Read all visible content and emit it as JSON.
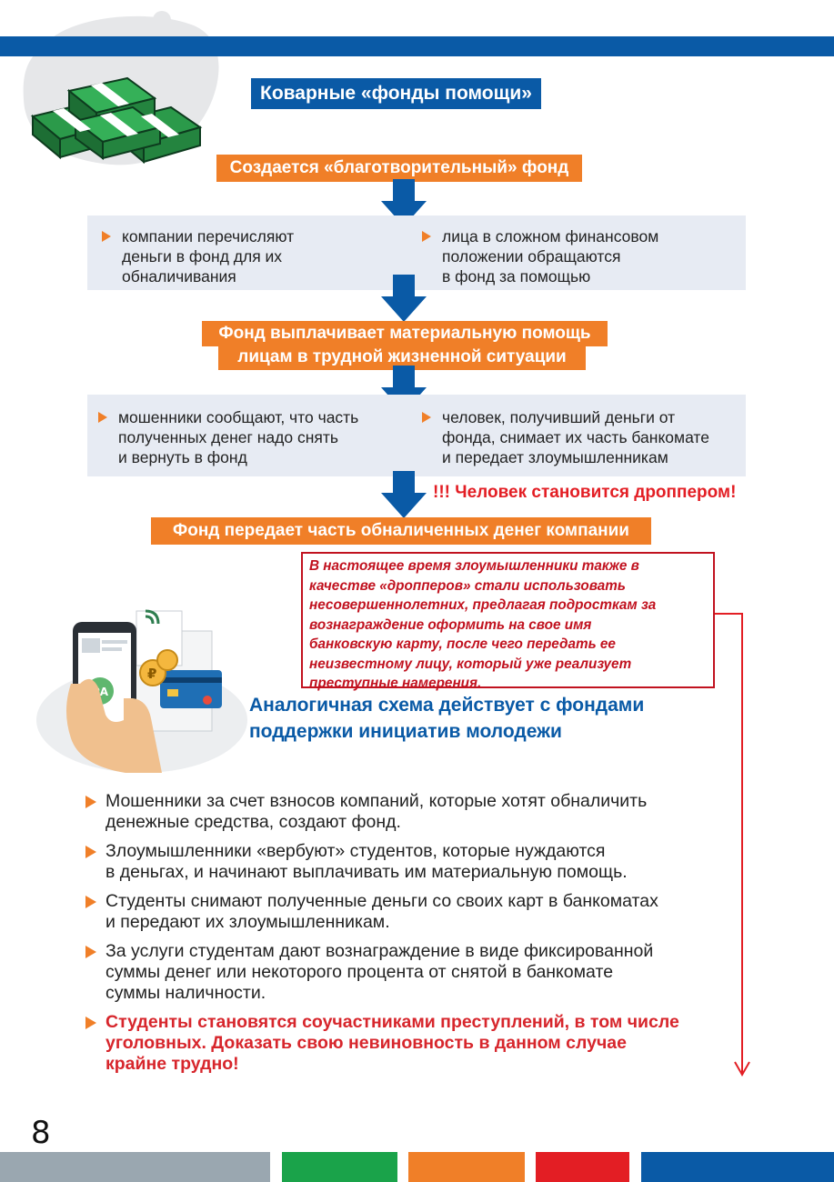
{
  "header": {
    "title": "Коварные «фонды помощи»"
  },
  "flow": {
    "step1": "Создается «благотворительный» фонд",
    "block1": {
      "left": [
        "компании перечисляют",
        "деньги в фонд для их",
        "обналичивания"
      ],
      "right": [
        "лица в сложном финансовом",
        "положении обращаются",
        "в фонд за помощью"
      ]
    },
    "step2": [
      "Фонд выплачивает материальную помощь",
      "лицам в трудной жизненной ситуации"
    ],
    "block2": {
      "left": [
        "мошенники сообщают, что часть",
        "полученных денег надо снять",
        "и вернуть в фонд"
      ],
      "right": [
        "человек, получивший деньги от",
        "фонда, снимает их часть банкомате",
        "и передает злоумышленникам"
      ]
    },
    "warning": "!!! Человек становится дроппером!",
    "step3": "Фонд передает часть  обналиченных денег компании"
  },
  "note": {
    "lines": [
      "В настоящее время злоумышленники также в",
      "качестве «дропперов» стали использовать",
      "несовершеннолетних, предлагая подросткам за",
      "вознаграждение оформить на свое имя",
      "банковскую карту, после чего передать ее",
      "неизвестному лицу, который уже реализует",
      "преступные намерения."
    ]
  },
  "section2": {
    "heading": [
      "Аналогичная схема действует с фондами",
      "поддержки инициатив молодежи"
    ],
    "phone_label": "РА",
    "items": [
      [
        "Мошенники за счет взносов компаний, которые хотят обналичить",
        "денежные средства, создают фонд."
      ],
      [
        "Злоумышленники «вербуют» студентов, которые нуждаются",
        "в деньгах, и начинают выплачивать им материальную помощь."
      ],
      [
        "Студенты снимают полученные деньги со своих карт в банкоматах",
        "и передают их злоумышленникам."
      ],
      [
        "За услуги студентам дают вознаграждение в виде фиксированной",
        "суммы денег или некоторого процента от снятой в банкомате",
        "суммы наличности."
      ]
    ],
    "highlight": [
      "Студенты становятся соучастниками преступлений, в том числе",
      "уголовных. Доказать свою невиновность в данном случае",
      "крайне трудно!"
    ]
  },
  "footer": {
    "page_number": "8",
    "bar_colors": [
      "#9aa7b0",
      "#1aa34a",
      "#f07f28",
      "#e31e24",
      "#0a5aa6"
    ]
  },
  "colors": {
    "blue": "#0a5aa6",
    "orange": "#f07f28",
    "red": "#c1121f",
    "gray_box": "#e7ebf3"
  }
}
